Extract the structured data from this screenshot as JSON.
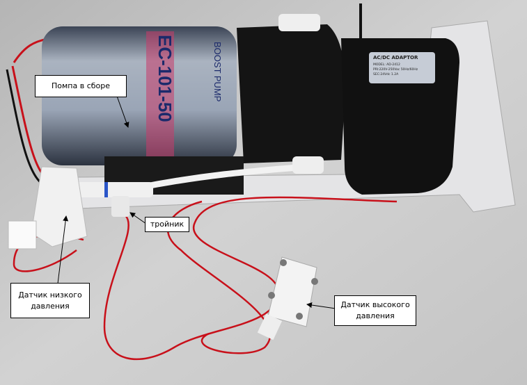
{
  "callouts": {
    "pump_assembly": "Помпа в сборе",
    "tee_fitting": "тройник",
    "low_pressure_sensor": "Датчик низкого давления",
    "high_pressure_sensor": "Датчик высокого давления"
  },
  "product_lettering": {
    "pump_model": "EC-101-50",
    "pump_brand": "BOOST PUMP",
    "adaptor_title": "AC/DC ADAPTOR",
    "adaptor_model": "MODEL: AD-2412",
    "adaptor_input": "PRI:220V-250Vac 50Hz/60Hz",
    "adaptor_output": "SEC:24Vdc 1.2A"
  },
  "colors": {
    "background": "#c9c9c9",
    "wire_red": "#c8101a",
    "pump_body": "#8f9aa8",
    "black_plastic": "#141414",
    "white_plastic": "#eeeeee"
  }
}
